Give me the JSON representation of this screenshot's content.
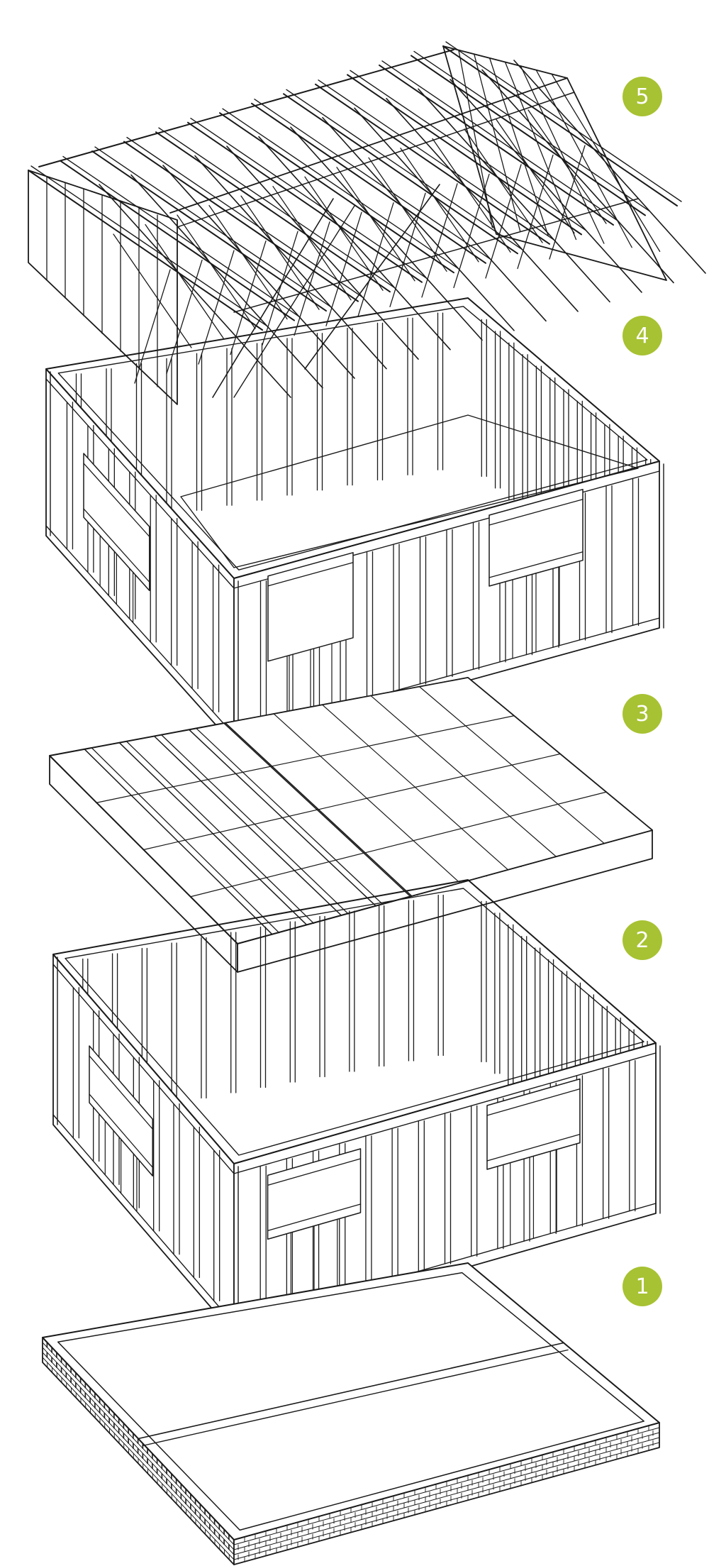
{
  "accent_color": "#a7c232",
  "line_color": "#1a1a1a",
  "layers": [
    {
      "number": "5",
      "name": "roof-trusses-layer"
    },
    {
      "number": "4",
      "name": "upper-wall-frame-layer"
    },
    {
      "number": "3",
      "name": "floor-joist-and-deck-layer"
    },
    {
      "number": "2",
      "name": "lower-wall-frame-layer"
    },
    {
      "number": "1",
      "name": "foundation-slab-layer"
    }
  ]
}
